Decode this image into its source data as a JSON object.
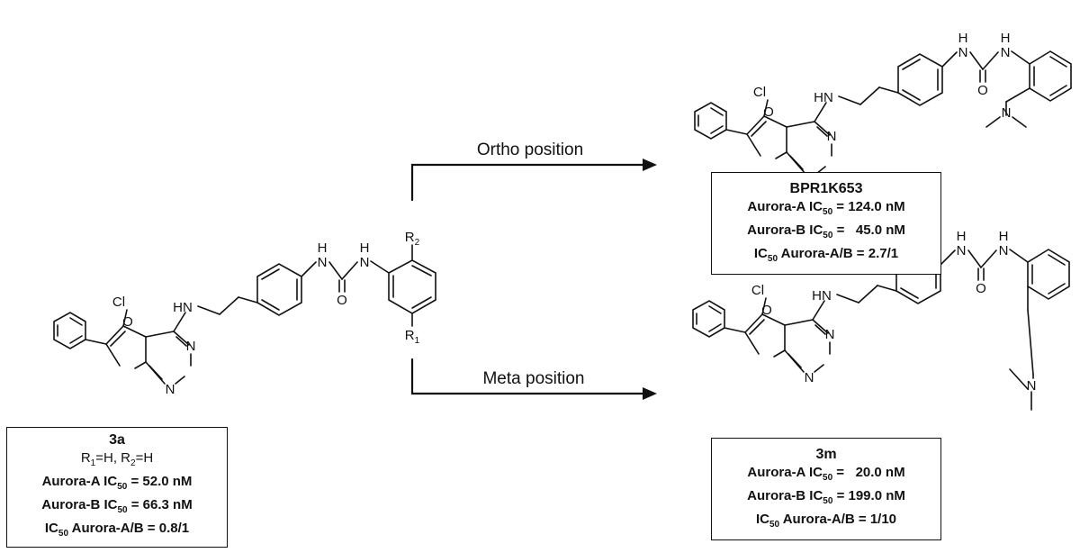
{
  "atoms": {
    "cl": "Cl",
    "hn": "HN",
    "n": "N",
    "o": "O",
    "h": "H",
    "r1": "R",
    "r1_sub": "1",
    "r2": "R",
    "r2_sub": "2"
  },
  "arrows": {
    "ortho": "Ortho position",
    "meta": "Meta position"
  },
  "compounds": {
    "c3a": {
      "name": "3a",
      "substituents": {
        "r": "R",
        "r1_sub": "1",
        "r1_val": "=H, R",
        "r2_sub": "2",
        "r2_val": "=H"
      },
      "lines": [
        {
          "pre": "Aurora-A IC",
          "sub": "50",
          "post": " = 52.0 nM"
        },
        {
          "pre": "Aurora-B IC",
          "sub": "50",
          "post": " = 66.3 nM"
        },
        {
          "pre": "IC",
          "sub": "50",
          "post": " Aurora-A/B = 0.8/1"
        }
      ]
    },
    "bpr": {
      "name": "BPR1K653",
      "lines": [
        {
          "pre": "Aurora-A IC",
          "sub": "50",
          "post": " = 124.0 nM"
        },
        {
          "pre": "Aurora-B IC",
          "sub": "50",
          "post": " =   45.0 nM"
        },
        {
          "pre": "IC",
          "sub": "50",
          "post": " Aurora-A/B = 2.7/1"
        }
      ]
    },
    "c3m": {
      "name": "3m",
      "lines": [
        {
          "pre": "Aurora-A IC",
          "sub": "50",
          "post": " =   20.0 nM"
        },
        {
          "pre": "Aurora-B IC",
          "sub": "50",
          "post": " = 199.0 nM"
        },
        {
          "pre": "IC",
          "sub": "50",
          "post": " Aurora-A/B = 1/10"
        }
      ]
    }
  }
}
